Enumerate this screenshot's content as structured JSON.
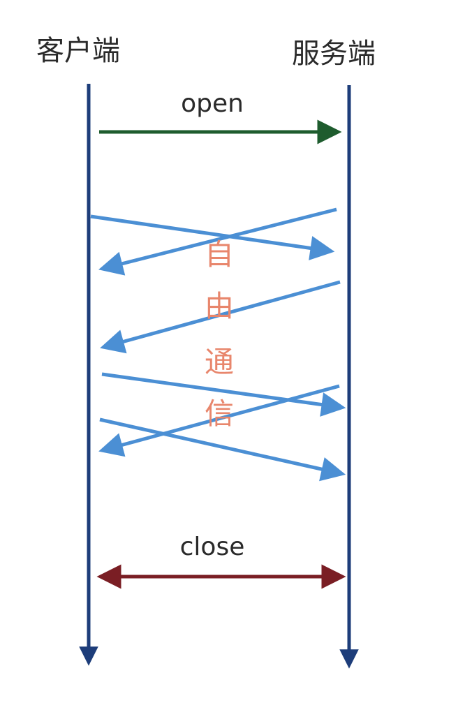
{
  "client_label": "客户端",
  "server_label": "服务端",
  "open_label": "open",
  "close_label": "close",
  "free_chars": [
    "自",
    "由",
    "通",
    "信"
  ],
  "colors": {
    "lifeline": "#1d3d7a",
    "open_arrow": "#1e5c2e",
    "message": "#4b8fd4",
    "close_arrow": "#7a1e24",
    "free_text": "#e8866c"
  }
}
